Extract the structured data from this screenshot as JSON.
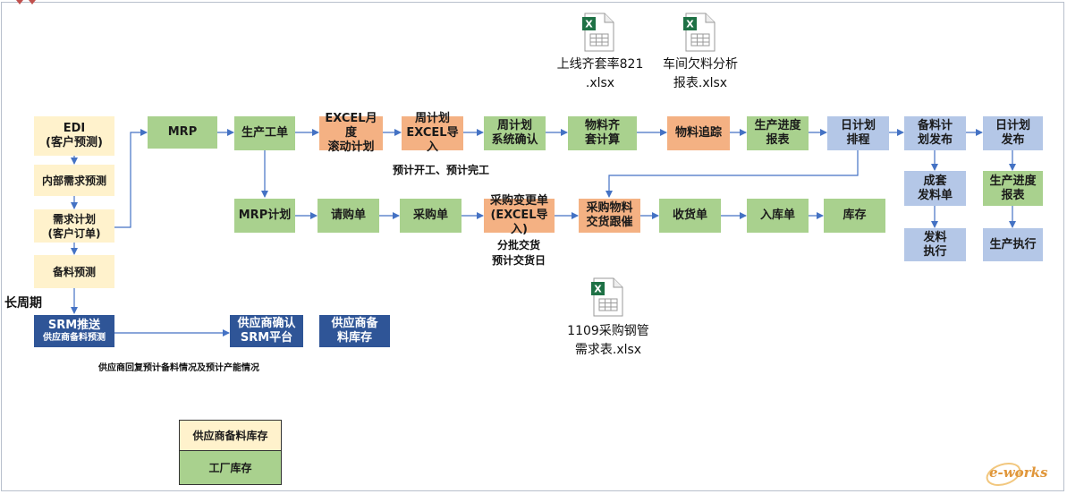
{
  "left_column": {
    "edi": "EDI\n(客户预测)",
    "internal_demand": "内部需求预测",
    "demand_plan": "需求计划\n(客户订单)",
    "material_forecast": "备料预测"
  },
  "long_cycle_label": "长周期",
  "row1": {
    "mrp": "MRP",
    "production_order": "生产工单",
    "excel_monthly": "EXCEL月度\n滚动计划",
    "weekly_import": "周计划\nEXCEL导入",
    "weekly_confirm": "周计划\n系统确认",
    "material_kit": "物料齐\n套计算",
    "material_trace": "物料追踪",
    "progress_report": "生产进度\n报表",
    "daily_schedule": "日计划\n排程",
    "material_release": "备料计\n划发布",
    "daily_release": "日计划\n发布"
  },
  "row2": {
    "mrp_plan": "MRP计划",
    "requisition": "请购单",
    "purchase_order": "采购单",
    "po_change": "采购变更单\n(EXCEL导入)",
    "delivery_follow": "采购物料\n交货跟催",
    "receipt": "收货单",
    "warehouse_entry": "入库单",
    "inventory": "库存"
  },
  "right_blocks": {
    "kit_issue": "成套\n发料单",
    "issue_exec": "发料\n执行",
    "progress_report2": "生产进度\n报表",
    "production_exec": "生产执行"
  },
  "srm": {
    "srm_push_title": "SRM推送",
    "srm_push_sub": "供应商备料预测",
    "supplier_confirm": "供应商确认\nSRM平台",
    "supplier_stock": "供应商备\n料库存"
  },
  "notes": {
    "start_finish": "预计开工、预计完工",
    "batch_delivery": "分批交货\n预计交货日",
    "supplier_reply": "供应商回复预计备料情况及预计产能情况"
  },
  "files": {
    "file1": "上线齐套率821\n.xlsx",
    "file2": "车间欠料分析\n报表.xlsx",
    "file3": "1109采购钢管\n需求表.xlsx"
  },
  "legend": {
    "supplier_stock": "供应商备料库存",
    "factory_stock": "工厂库存"
  },
  "watermark": "e-works",
  "colors": {
    "green": "#a9d18e",
    "cream": "#fff2cc",
    "orange": "#f4b183",
    "light_blue": "#b4c7e7",
    "navy": "#2f5597",
    "arrow": "#4472c4",
    "excel_green": "#1e7145"
  }
}
